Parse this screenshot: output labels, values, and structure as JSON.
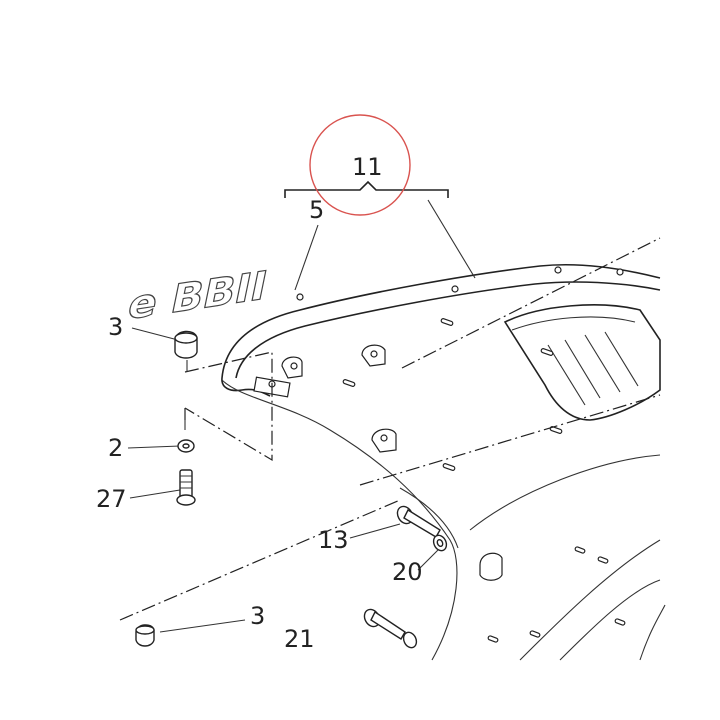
{
  "callouts": {
    "c11": "11",
    "c5": "5",
    "c3a": "3",
    "c2": "2",
    "c27": "27",
    "c13": "13",
    "c20": "20",
    "c3b": "3",
    "c21": "21"
  },
  "highlight": {
    "color": "#d9534f",
    "target": "11"
  },
  "decal_text": "e BBII"
}
